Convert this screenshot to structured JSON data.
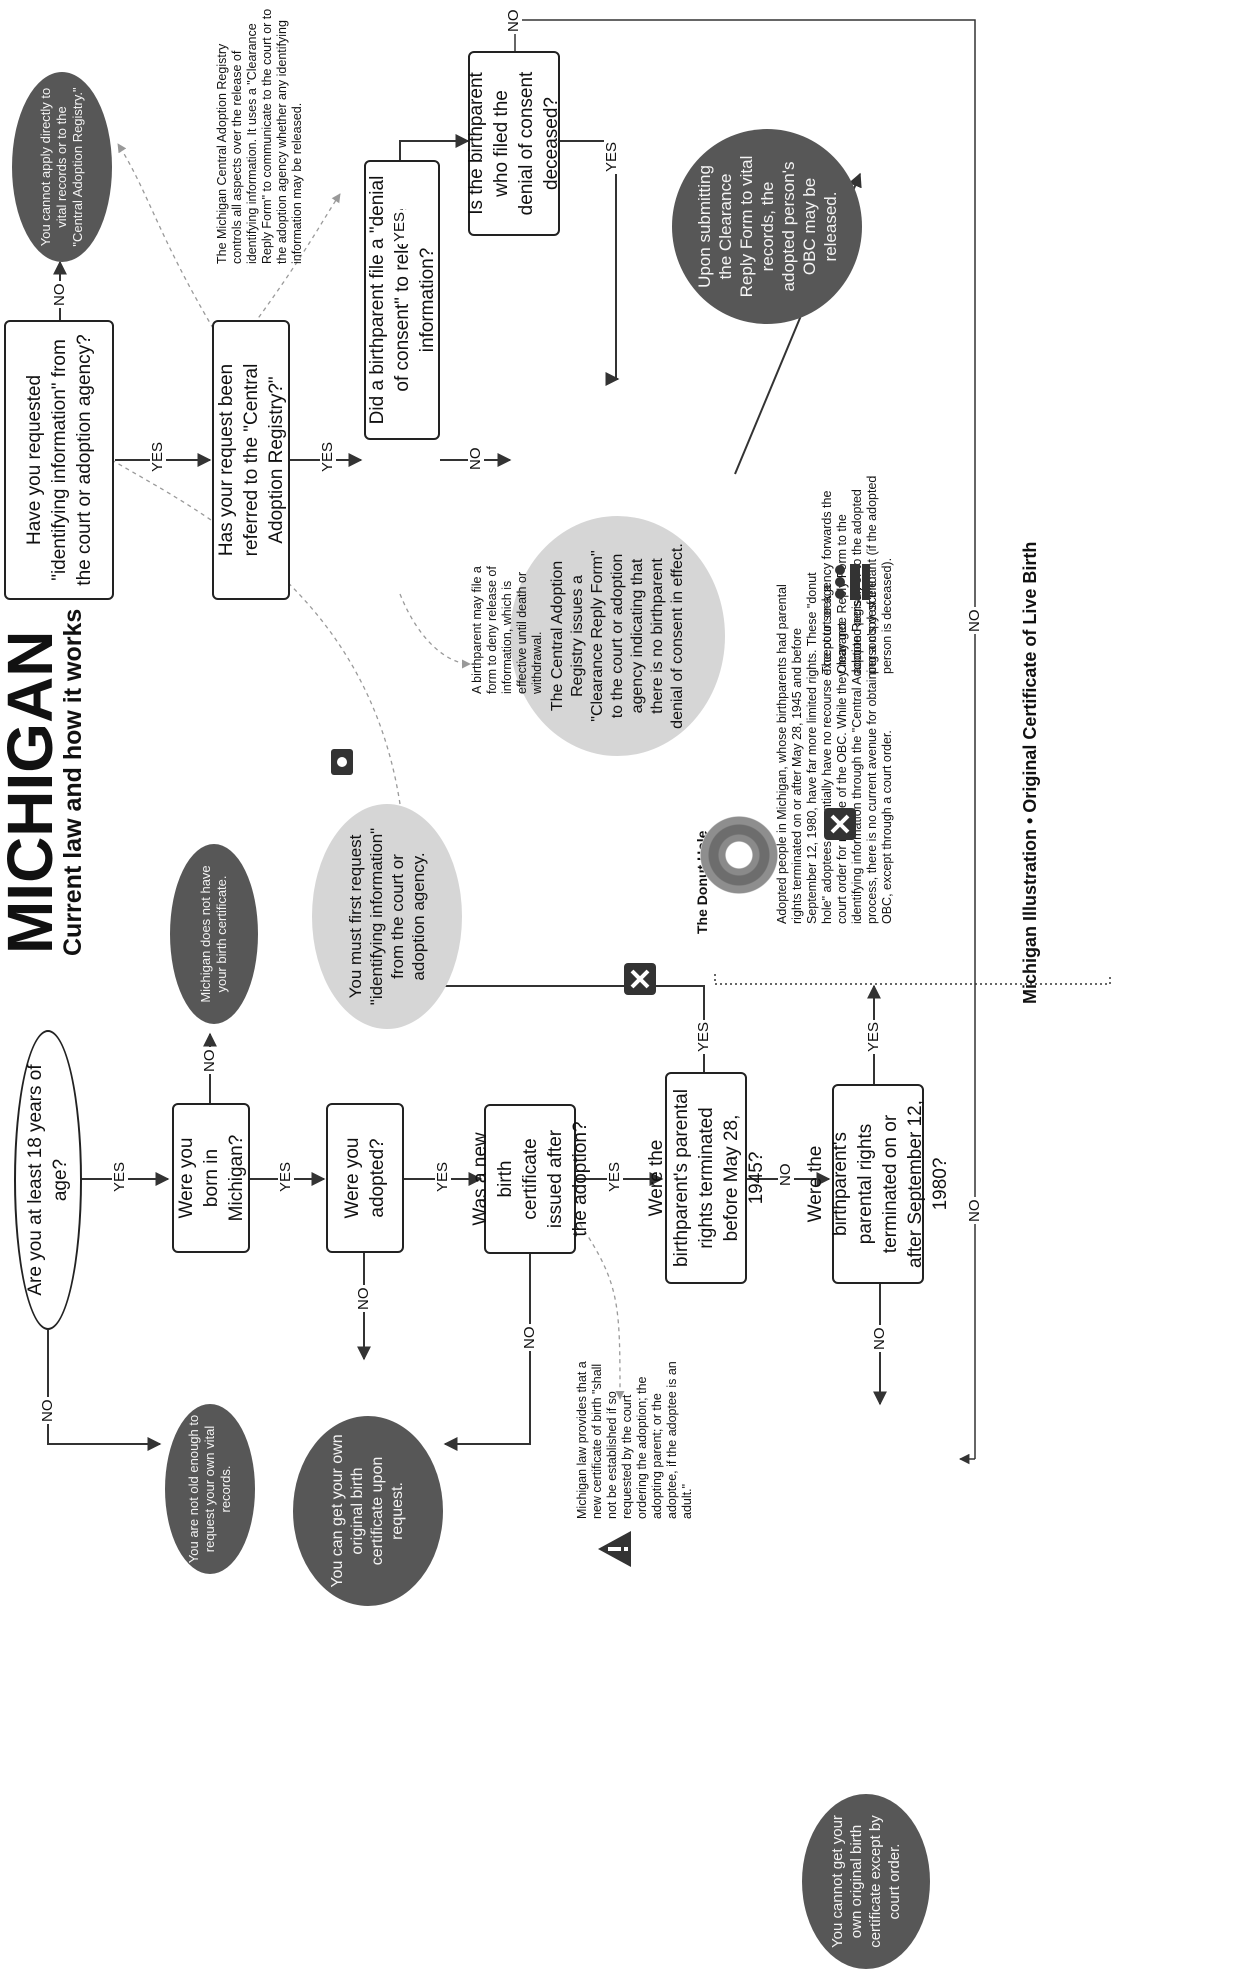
{
  "header": {
    "title": "MICHIGAN",
    "subtitle": "Current law and how it works",
    "footer": "Michigan Illustration • Original Certificate of Live Birth"
  },
  "labels": {
    "yes": "YES",
    "no": "NO"
  },
  "nodes": {
    "q_age": "Are you at least 18 years of age?",
    "q_born": "Were you born in Michigan?",
    "q_adopted": "Were you adopted?",
    "q_new_cert": "Was a new birth certificate issued after the adoption?",
    "q_1945": "Were the birthparent's parental rights terminated before May 28, 1945?",
    "q_1980": "Were the birthparent's parental rights terminated on or after September 12, 1980?",
    "r_too_young": "You are not old enough to request your own vital records.",
    "r_no_cert": "Michigan does not have your birth certificate.",
    "r_can_get": "You can get your own original birth certificate upon request.",
    "r_must_request": "You must first request \"identifying information\" from the court or adoption agency.",
    "r_cannot_court": "You cannot get your own original birth certificate except by court order.",
    "q_requested": "Have you requested \"identifying information\" from the court or adoption agency?",
    "q_referred": "Has your request been referred to the \"Central Adoption Registry?\"",
    "q_denial": "Did a birthparent file a \"denial of consent\" to release information?",
    "q_deceased": "Is the birthparent who filed the denial of consent deceased?",
    "r_cannot_apply": "You cannot apply directly to vital records or to the \"Central Adoption Registry.\"",
    "r_clearance": "The Central Adoption Registry issues a \"Clearance Reply Form\" to the court or adoption agency indicating that there is no birthparent denial of consent in effect.",
    "r_released": "Upon submitting the Clearance Reply Form to vital records, the adopted person's OBC may be released."
  },
  "notes": {
    "registry": "The Michigan Central Adoption Registry controls all aspects over the release of identifying information. It uses a \"Clearance Reply Form\" to communicate to the court or to the adoption agency whether any identifying information may be released.",
    "denial_form": "A birthparent may file a form to deny release of information, which is effective until death or withdrawal.",
    "forwards": "The court or agency forwards the Clearance Reply Form to the adopted person or to the adopted person's descendant (if the adopted person is deceased).",
    "law": "Michigan law provides that a new certificate of birth \"shall not be established if so requested by the court ordering the adoption; the adopting parent; or the adoptee, if the adoptee is an adult.\"",
    "donut_title": "The Donut Hole",
    "donut_text": "Adopted people in Michigan, whose birthparents had parental rights terminated on or after May 28, 1945 and before September 12, 1980, have far more limited rights. These \"donut hole\" adoptees essentially have no recourse except to seek a court order for release of the OBC. While they may get identifying information through the \"Central Adoption Registry\" process, there is no current avenue for obtaining a copy of the OBC, except through a court order."
  },
  "colors": {
    "dark_circle": "#575757",
    "light_circle": "#d6d6d6",
    "line": "#333333",
    "dashed": "#999999"
  },
  "icons": [
    "gavel-icon",
    "family-icon",
    "document-x-icon",
    "warning-icon",
    "donut-icon"
  ]
}
